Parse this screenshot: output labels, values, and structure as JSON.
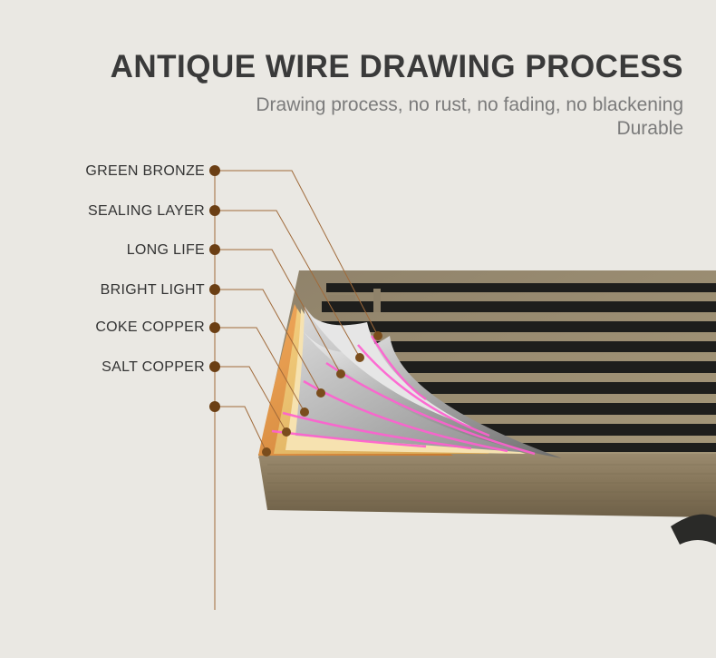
{
  "header": {
    "title": "ANTIQUE WIRE DRAWING PROCESS",
    "subtitle_line1": "Drawing process, no rust, no fading, no blackening",
    "subtitle_line2": "Durable"
  },
  "layers": [
    {
      "label": "GREEN BRONZE"
    },
    {
      "label": "SEALING LAYER"
    },
    {
      "label": "LONG LIFE"
    },
    {
      "label": "BRIGHT LIGHT"
    },
    {
      "label": "COKE COPPER"
    },
    {
      "label": "SALT COPPER"
    }
  ],
  "colors": {
    "background": "#eae8e3",
    "marker": "#6b3f14",
    "leader_line": "#a06a3a",
    "bronze": "#8a7a5e",
    "glow": "#ff5fd0"
  }
}
